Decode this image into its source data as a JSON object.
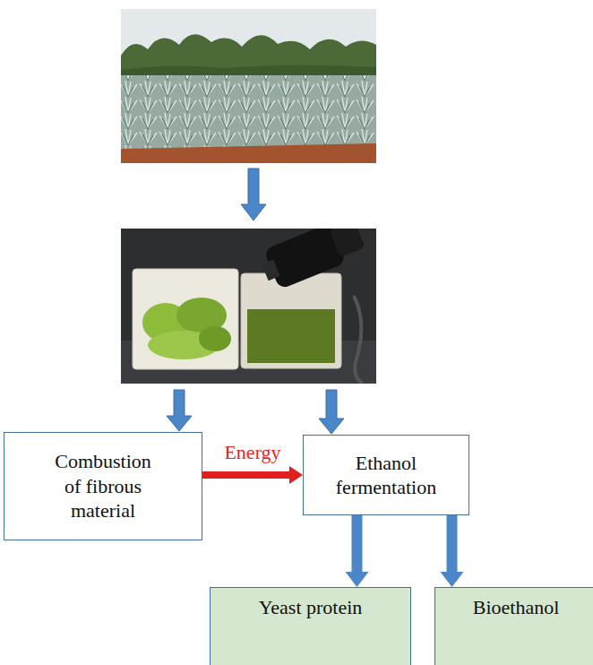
{
  "diagram": {
    "nodes": [
      {
        "text": [
          "Combustion of fibrous material"
        ]
      },
      {
        "text": [
          "Ethanol fermentation"
        ]
      },
      {
        "text": [
          "Yeast protein"
        ]
      },
      {
        "text": [
          "Bioethanol"
        ]
      }
    ],
    "edges": [
      {
        "from": 0,
        "to": 1,
        "label": "Energy",
        "arrow": "to"
      },
      {
        "from": 1,
        "to": 2,
        "arrow": "to"
      },
      {
        "from": 1,
        "to": 3,
        "arrow": "to"
      }
    ]
  }
}
